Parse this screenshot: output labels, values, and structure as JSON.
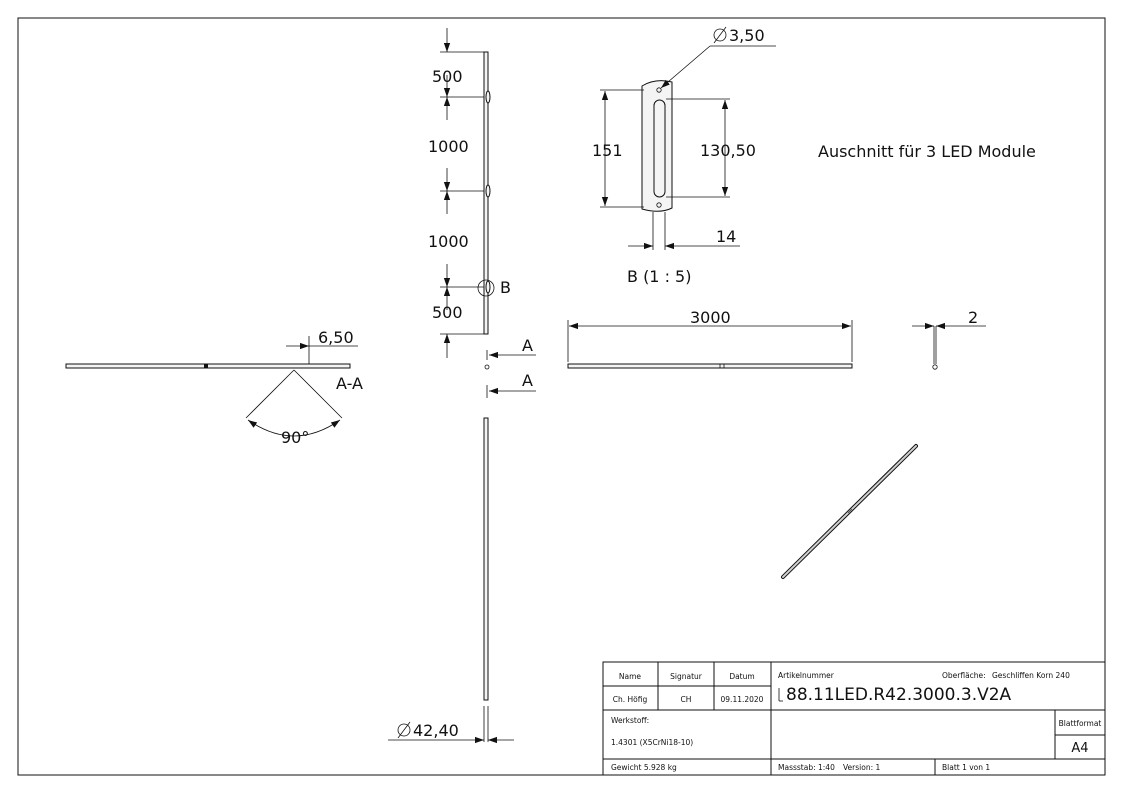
{
  "drawing": {
    "dims": {
      "seg_top": "500",
      "seg_mid1": "1000",
      "seg_mid2": "1000",
      "seg_bottom": "500",
      "diameter_hole": "3,50",
      "height_outer": "151",
      "height_slot": "130,50",
      "width_detail": "14",
      "length_total": "3000",
      "thickness": "2",
      "offset": "6,50",
      "angle": "90°",
      "diameter_tube": "42,40"
    },
    "labels": {
      "detail_marker": "B",
      "detail_title": "B (1 : 5)",
      "section_marker_top": "A",
      "section_marker_bottom": "A",
      "section_title": "A-A",
      "note": "Auschnitt für 3 LED Module"
    }
  },
  "title_block": {
    "name_header": "Name",
    "signatur_header": "Signatur",
    "datum_header": "Datum",
    "name": "Ch. Höfig",
    "signatur": "CH",
    "datum": "09.11.2020",
    "artikelnummer_label": "Artikelnummer",
    "oberflaeche_label": "Oberfläche:",
    "oberflaeche_value": "Geschliffen Korn 240",
    "artikelnummer": "88.11LED.R42.3000.3.V2A",
    "werkstoff_label": "Werkstoff:",
    "werkstoff_value": "1.4301 (X5CrNi18-10)",
    "blattformat_label": "Blattformat",
    "blattformat_value": "A4",
    "gewicht": "Gewicht 5.928 kg",
    "massstab": "Massstab: 1:40",
    "version": "Version: 1",
    "blatt": "Blatt 1 von 1"
  }
}
